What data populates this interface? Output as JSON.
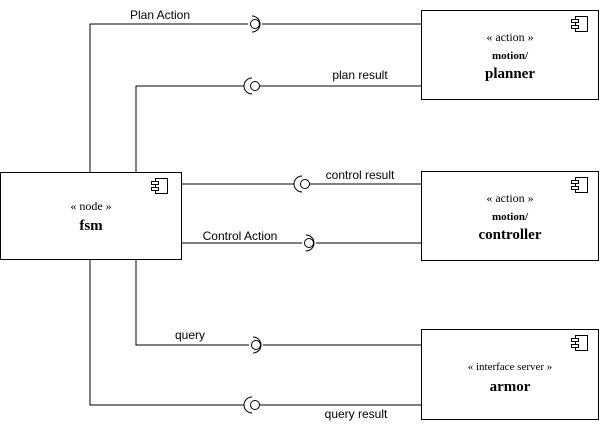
{
  "components": {
    "fsm": {
      "stereotype": "« node »",
      "name": "fsm"
    },
    "planner": {
      "stereotype": "« action »",
      "package": "motion/",
      "name": "planner"
    },
    "controller": {
      "stereotype": "« action »",
      "package": "motion/",
      "name": "controller"
    },
    "armor": {
      "stereotype": "« interface server »",
      "name": "armor"
    }
  },
  "connections": {
    "plan_action": "Plan Action",
    "plan_result": "plan result",
    "control_result": "control result",
    "control_action": "Control Action",
    "query": "query",
    "query_result": "query result"
  }
}
